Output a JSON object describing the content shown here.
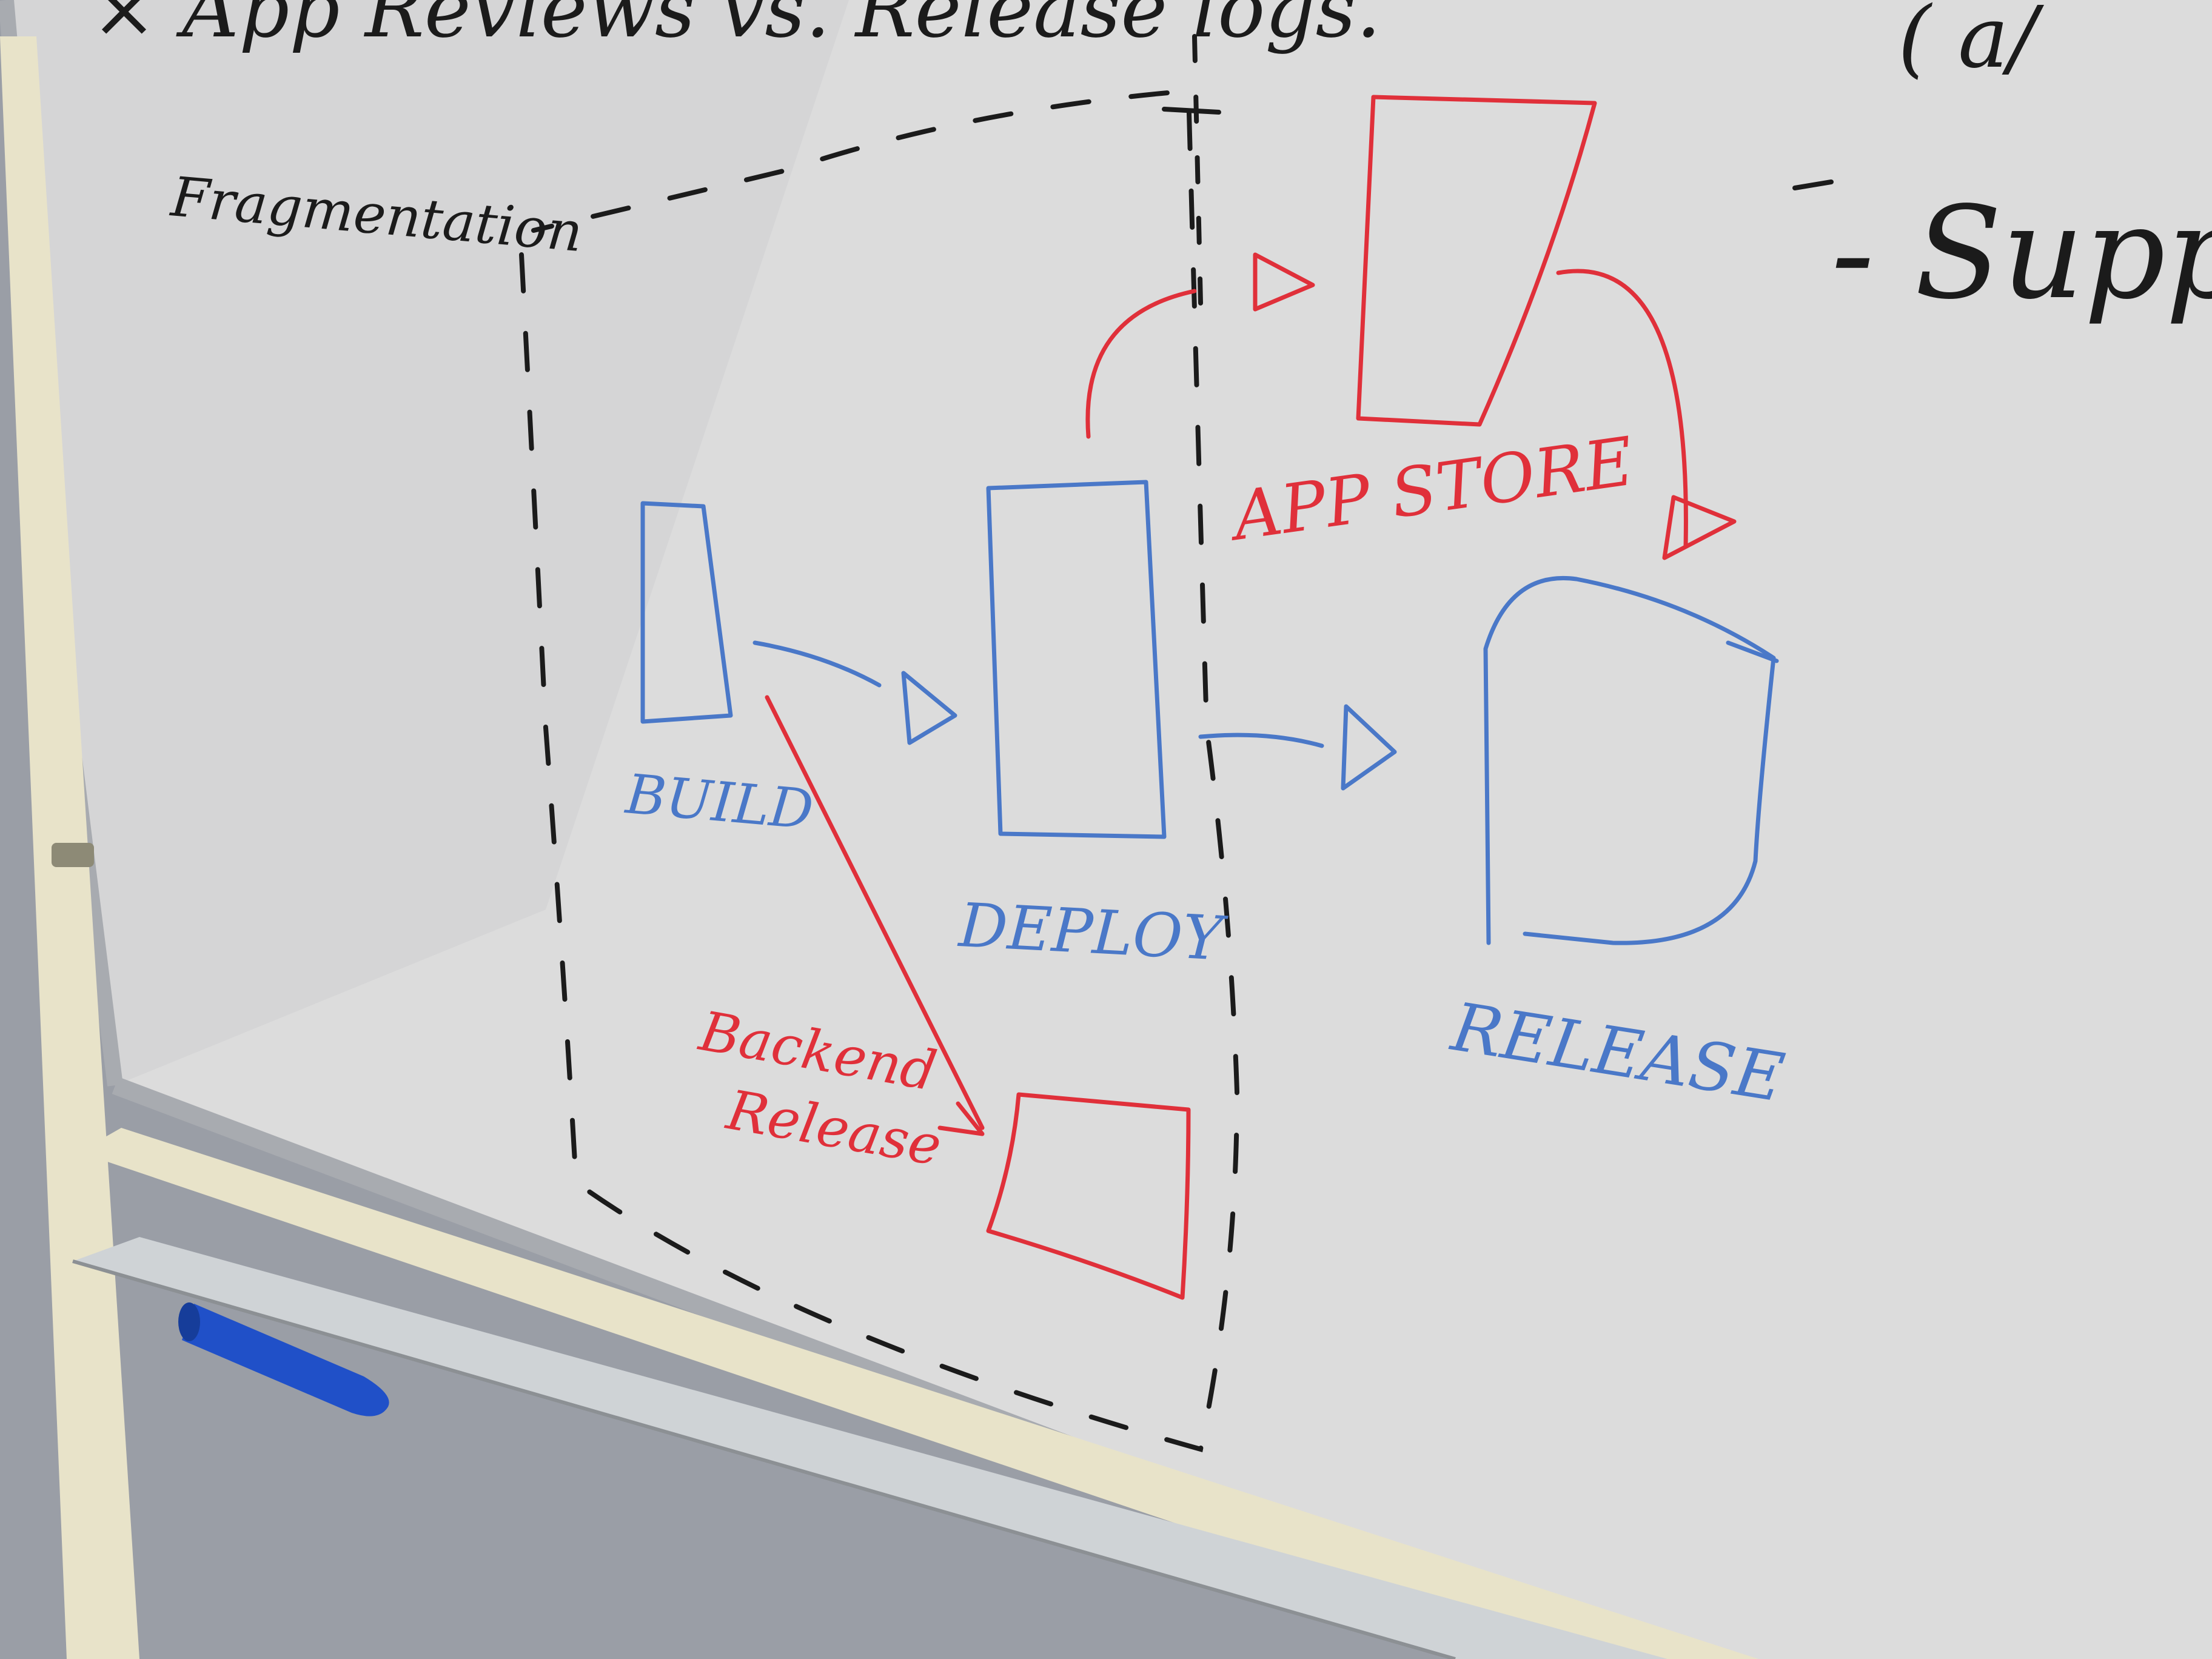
{
  "colors": {
    "board": "#dcdcdc",
    "board_edge": "#b9bbbe",
    "frame": "#a8abb0",
    "stand": "#e8e3c9",
    "floor": "#9a9ea6",
    "ink_black": "#1b1b1b",
    "ink_blue": "#4a78c8",
    "ink_red": "#e0303a",
    "marker_blue": "#2050c8"
  },
  "board": {
    "top_line": "× App   Reviews vs. Release logs.",
    "corner_fragment": "( a/",
    "right_fragment": "- Supp",
    "fragmentation_label": "Fragmentation"
  },
  "diagram": {
    "build_label": "BUILD",
    "deploy_label": "DEPLOY",
    "app_store_label": "APP STORE",
    "release_label": "RELEASE",
    "backend_release_label_line1": "Backend",
    "backend_release_label_line2": "Release"
  },
  "marker": {
    "icon": "whiteboard-marker-icon",
    "color": "blue"
  }
}
